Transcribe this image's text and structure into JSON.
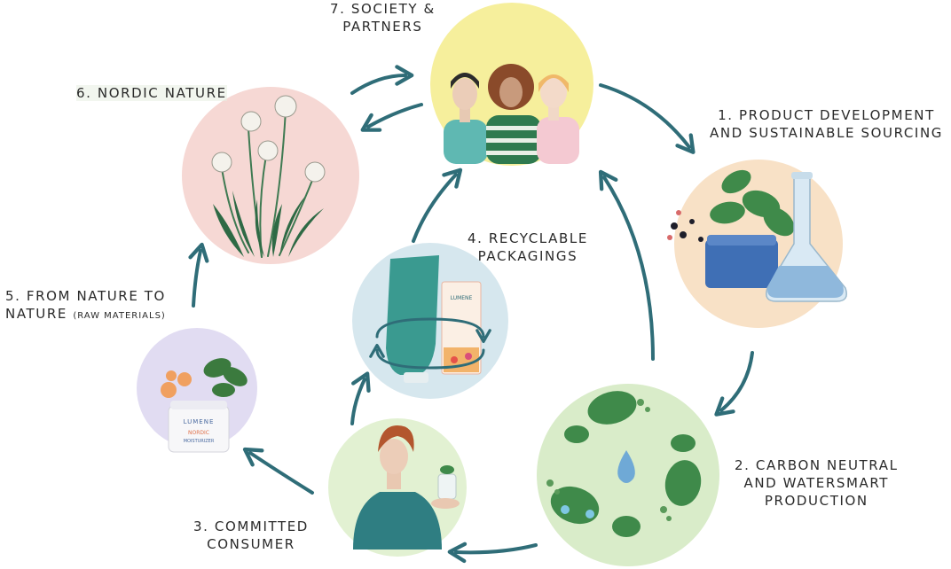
{
  "labels": {
    "society": [
      "7. SOCIETY &",
      "PARTNERS"
    ],
    "nordic_nature": "6. NORDIC NATURE",
    "product_dev": [
      "1. PRODUCT DEVELOPMENT",
      "AND SUSTAINABLE SOURCING"
    ],
    "recyclable": [
      "4. RECYCLABLE",
      "PACKAGINGS"
    ],
    "from_nature": [
      "5. FROM NATURE TO",
      "NATURE",
      "(RAW MATERIALS)"
    ],
    "carbon": [
      "2. CARBON NEUTRAL",
      "AND WATERSMART",
      "PRODUCTION"
    ],
    "consumer": [
      "3. COMMITTED",
      "CONSUMER"
    ]
  },
  "product_text": {
    "jar_brand": "LUMENE",
    "jar_line1": "LUMENE",
    "jar_line2": "NORDIC",
    "jar_line3": "MOISTURIZER",
    "box_brand": "LUMENE"
  },
  "colors": {
    "arrow": "#2f6d78",
    "society_bg": "#f6ef9c",
    "nordic_bg": "#f6d8d4",
    "product_bg": "#f8e1c6",
    "recycle_bg": "#d6e7ee",
    "raw_bg": "#e1dcf2",
    "carbon_bg": "#d9ecc9",
    "consumer_bg": "#e2f1d2"
  }
}
